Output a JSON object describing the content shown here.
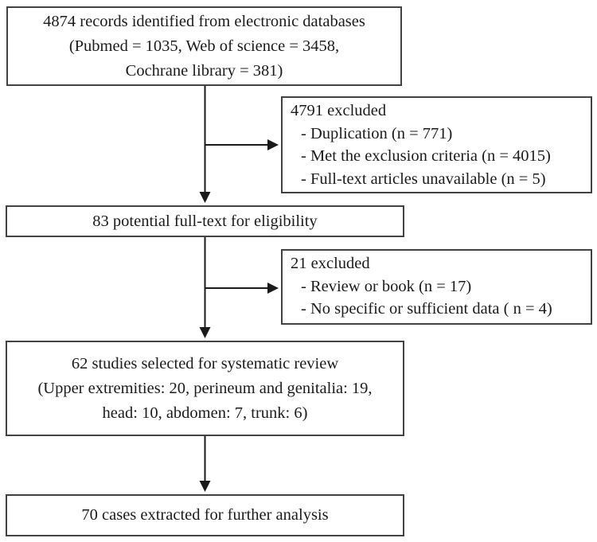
{
  "colors": {
    "background": "#ffffff",
    "box_border": "#424242",
    "text": "#1b1b1b",
    "arrow": "#1a1a1a"
  },
  "flowchart": {
    "identified": {
      "lines": [
        "4874 records identified from electronic databases",
        "(Pubmed = 1035, Web of science = 3458,",
        "Cochrane library = 381)"
      ]
    },
    "excluded_stage1": {
      "title": "4791 excluded",
      "items": [
        "- Duplication (n = 771)",
        "- Met the exclusion criteria (n = 4015)",
        "- Full-text articles unavailable (n = 5)"
      ]
    },
    "eligibility": {
      "lines": [
        "83 potential full-text for eligibility"
      ]
    },
    "excluded_stage2": {
      "title": "21 excluded",
      "items": [
        "- Review or book (n = 17)",
        "- No specific or sufficient data ( n = 4)"
      ]
    },
    "selected": {
      "lines": [
        "62 studies selected for systematic review",
        "(Upper extremities: 20, perineum and genitalia: 19,",
        "head: 10, abdomen: 7, trunk: 6)"
      ]
    },
    "extracted": {
      "lines": [
        "70 cases extracted for further analysis"
      ]
    }
  }
}
